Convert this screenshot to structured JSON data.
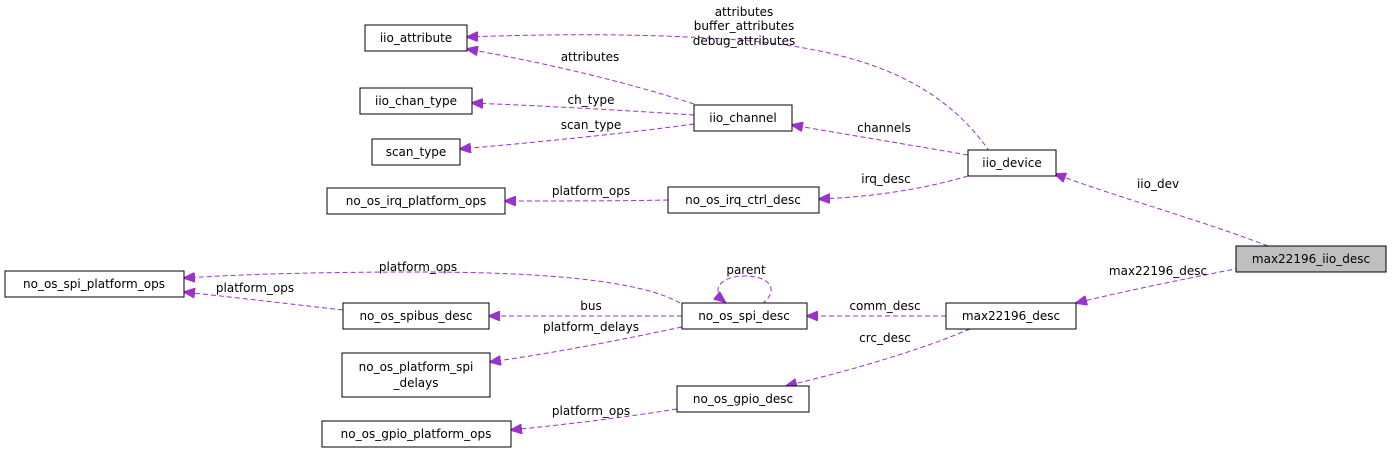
{
  "nodes": {
    "max22196_iio_desc": "max22196_iio_desc",
    "iio_device": "iio_device",
    "max22196_desc": "max22196_desc",
    "iio_attribute": "iio_attribute",
    "iio_channel": "iio_channel",
    "iio_chan_type": "iio_chan_type",
    "scan_type": "scan_type",
    "no_os_irq_ctrl_desc": "no_os_irq_ctrl_desc",
    "no_os_irq_platform_ops": "no_os_irq_platform_ops",
    "no_os_spi_platform_ops": "no_os_spi_platform_ops",
    "no_os_spibus_desc": "no_os_spibus_desc",
    "no_os_spi_desc": "no_os_spi_desc",
    "no_os_platform_spi_delays_line1": "no_os_platform_spi",
    "no_os_platform_spi_delays_line2": "_delays",
    "no_os_gpio_desc": "no_os_gpio_desc",
    "no_os_gpio_platform_ops": "no_os_gpio_platform_ops"
  },
  "edges": {
    "iio_dev": "iio_dev",
    "max22196_desc": "max22196_desc",
    "device_attributes_1": "attributes",
    "device_attributes_2": "buffer_attributes",
    "device_attributes_3": "debug_attributes",
    "channel_attributes": "attributes",
    "ch_type": "ch_type",
    "scan_type": "scan_type",
    "channels": "channels",
    "irq_desc": "irq_desc",
    "irq_platform_ops": "platform_ops",
    "spi_platform_ops": "platform_ops",
    "parent": "parent",
    "bus": "bus",
    "spibus_platform_ops": "platform_ops",
    "platform_delays": "platform_delays",
    "comm_desc": "comm_desc",
    "crc_desc": "crc_desc",
    "gpio_platform_ops": "platform_ops"
  },
  "colors": {
    "edge": "#9a32cd",
    "root_fill": "#bfbfbf",
    "node_fill": "#ffffff",
    "border": "#000000"
  }
}
